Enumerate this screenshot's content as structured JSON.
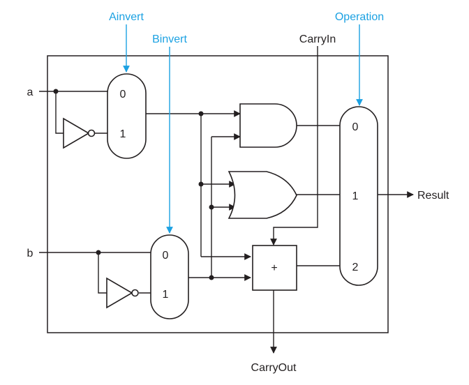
{
  "colors": {
    "control": "#1ba1e2",
    "line": "#231f20"
  },
  "controls": {
    "ainvert": "Ainvert",
    "binvert": "Binvert",
    "operation": "Operation",
    "carry_in": "CarryIn"
  },
  "inputs": {
    "a": "a",
    "b": "b"
  },
  "outputs": {
    "result": "Result",
    "carry_out": "CarryOut"
  },
  "mux_a": {
    "in0": "0",
    "in1": "1"
  },
  "mux_b": {
    "in0": "0",
    "in1": "1"
  },
  "adder": {
    "symbol": "+"
  },
  "mux_op": {
    "in0": "0",
    "in1": "1",
    "in2": "2"
  }
}
